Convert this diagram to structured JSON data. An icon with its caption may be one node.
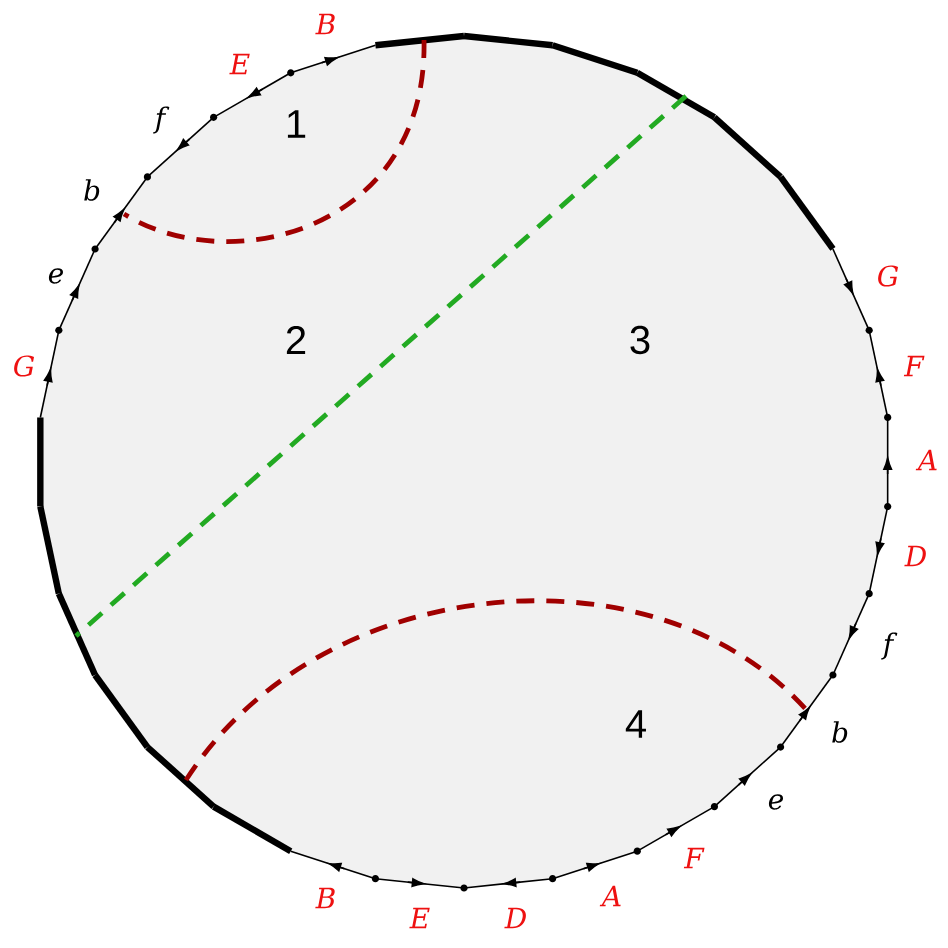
{
  "diagram": {
    "labels": [
      "B",
      "E",
      "f",
      "1",
      "b",
      "e",
      "G",
      "2",
      "3",
      "G",
      "F",
      "A",
      "D",
      "f",
      "4",
      "b",
      "e",
      "F",
      "B",
      "A",
      "E",
      "D"
    ]
  }
}
